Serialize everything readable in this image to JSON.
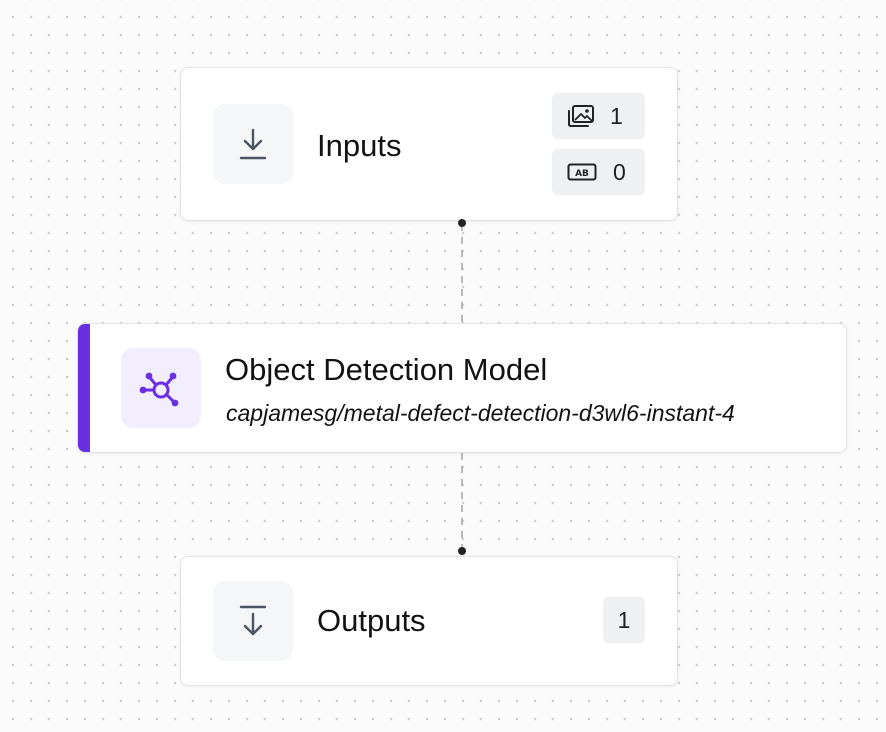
{
  "workflow": {
    "inputs_node": {
      "title": "Inputs",
      "icon": "download-arrow-icon",
      "image_inputs_icon": "image-stack-icon",
      "image_inputs_count": "1",
      "text_inputs_icon": "ab-text-icon",
      "text_inputs_count": "0"
    },
    "model_node": {
      "title": "Object Detection Model",
      "model_id": "capjamesg/metal-defect-detection-d3wl6-instant-4",
      "icon": "network-hub-icon",
      "accent_color": "#6a2fe0"
    },
    "outputs_node": {
      "title": "Outputs",
      "icon": "download-to-line-icon",
      "outputs_count": "1"
    }
  }
}
